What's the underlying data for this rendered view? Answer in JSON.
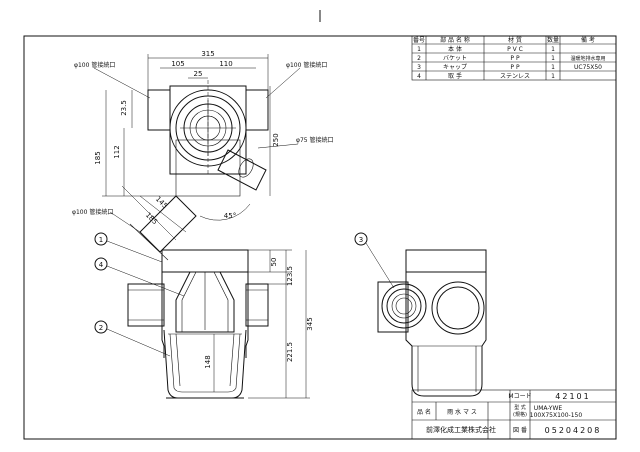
{
  "parts_table": {
    "headers": [
      "番号",
      "部 品 名 称",
      "材 質",
      "数量",
      "備 考"
    ],
    "rows": [
      [
        "1",
        "本 体",
        "P V C",
        "1",
        ""
      ],
      [
        "2",
        "バケット",
        "P P",
        "1",
        "温暖地排水専用"
      ],
      [
        "3",
        "キャップ",
        "P P",
        "1",
        "UC75X50"
      ],
      [
        "4",
        "取 手",
        "ステンレス",
        "1",
        ""
      ]
    ]
  },
  "dimensions": {
    "top": {
      "width_total": "315",
      "width_left": "105",
      "width_right": "110",
      "center_offset": "25",
      "height_top": "23.5",
      "height_left": "185",
      "height_left_inner": "112",
      "height_right": "250",
      "diag_long": "185",
      "diag_short": "145",
      "angle": "45°"
    },
    "front": {
      "d1": "50",
      "d2": "123.5",
      "d3": "345",
      "d4": "221.5",
      "d5": "148"
    }
  },
  "labels": {
    "pipe_tl": "φ100 管接続口",
    "pipe_tr": "φ100 管接続口",
    "pipe_bl": "φ100 管接続口",
    "pipe_75": "φ75 管接続口"
  },
  "balloons": [
    "1",
    "4",
    "2",
    "3"
  ],
  "title_block": {
    "mcode_label": "Mコード",
    "mcode_value": "42101",
    "name_label": "品 名",
    "name_value": "雨 水 マ ス",
    "model_label_1": "型 式",
    "model_label_2": "(規格)",
    "model_value_1": "UMA-YWE",
    "model_value_2": "100X75X100-150",
    "company": "前澤化成工業株式会社",
    "drawing_no_label": "図 番",
    "drawing_no_value": "05204208"
  }
}
